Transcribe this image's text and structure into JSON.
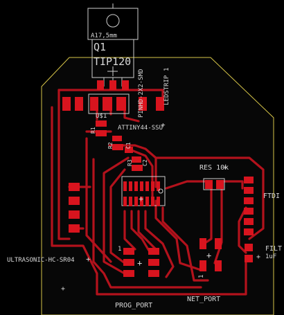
{
  "colors": {
    "background": "#000000",
    "board_fill": "#070707",
    "board_outline": "#d6c448",
    "copper": "#d8141e",
    "copper_trace": "#b3121c",
    "silkscreen": "#d8d8d8"
  },
  "components": {
    "q1": {
      "name": "Q1",
      "value": "TIP120",
      "dimension": "A17,5mm"
    },
    "ledstrip": {
      "label": "LEDSTRIP",
      "pin1": "1"
    },
    "header": {
      "label": "PINHD-2X2-SMD"
    },
    "u1": {
      "name": "U$1"
    },
    "attiny": {
      "label": "ATTINY44-SSU"
    },
    "r1": {
      "name": "R1"
    },
    "r2": {
      "name": "R2"
    },
    "r3": {
      "name": "R3"
    },
    "c1": {
      "name": "C1"
    },
    "c2": {
      "name": "C2"
    },
    "ic_pin": {
      "name": "1"
    },
    "res": {
      "label": "RES 10k"
    },
    "ftdi": {
      "label": "FTDI"
    },
    "filt": {
      "label": "FILT",
      "value": "1uF"
    },
    "ultrasonic": {
      "label": "ULTRASONIC-HC-SR04"
    },
    "prog_port": {
      "label": "PROG_PORT",
      "pin1": "1"
    },
    "net_port": {
      "label": "NET_PORT",
      "pin1": "1"
    }
  }
}
